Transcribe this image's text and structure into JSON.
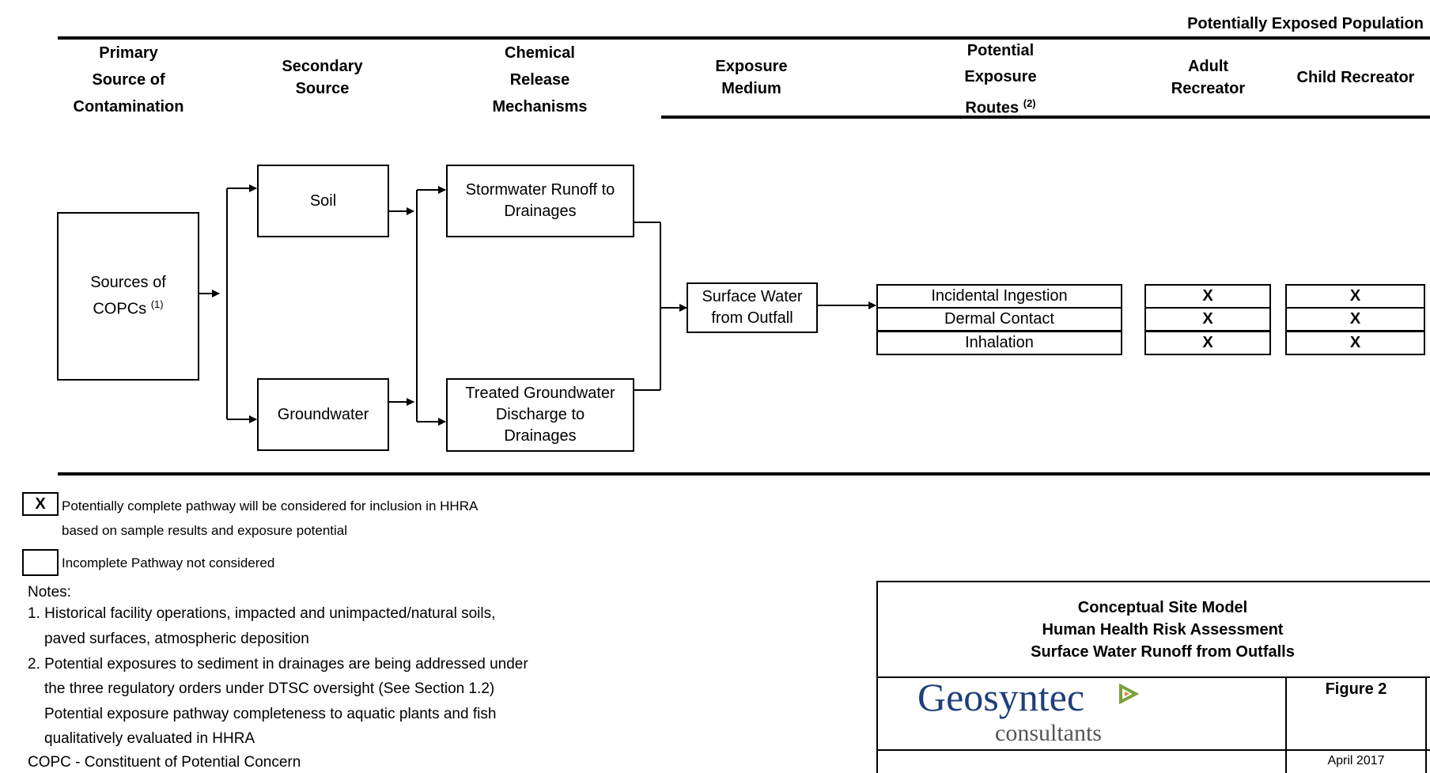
{
  "header": {
    "population_title": "Potentially Exposed Population",
    "primary_source": [
      "Primary",
      "Source of",
      "Contamination"
    ],
    "secondary_source": [
      "Secondary",
      "Source"
    ],
    "release_mechanisms": [
      "Chemical",
      "Release",
      "Mechanisms"
    ],
    "exposure_medium": [
      "Exposure",
      "Medium"
    ],
    "exposure_routes": [
      "Potential",
      "Exposure",
      "Routes"
    ],
    "exposure_routes_note": "(2)",
    "adult_recreator": [
      "Adult",
      "Recreator"
    ],
    "child_recreator": "Child Recreator"
  },
  "boxes": {
    "sources": [
      "Sources of",
      "COPCs"
    ],
    "sources_note": "(1)",
    "soil": "Soil",
    "groundwater": "Groundwater",
    "stormwater": [
      "Stormwater Runoff to",
      "Drainages"
    ],
    "treated_gw": [
      "Treated Groundwater",
      "Discharge to",
      "Drainages"
    ],
    "surface_water": [
      "Surface Water",
      "from Outfall"
    ]
  },
  "routes": [
    "Incidental Ingestion",
    "Dermal Contact",
    "Inhalation"
  ],
  "adult_marks": [
    "X",
    "X",
    "X"
  ],
  "child_marks": [
    "X",
    "X",
    "X"
  ],
  "legend": {
    "complete_mark": "X",
    "complete_text": [
      "Potentially complete pathway will be considered for inclusion in HHRA",
      "based on sample results and exposure potential"
    ],
    "incomplete_text": "Incomplete Pathway not considered"
  },
  "notes": {
    "title": "Notes:",
    "lines": [
      "1. Historical facility operations, impacted and unimpacted/natural soils,",
      "paved surfaces, atmospheric deposition",
      "2. Potential exposures to sediment in drainages are being addressed under",
      "the three regulatory orders under DTSC oversight (See Section 1.2)",
      "Potential exposure pathway completeness to aquatic plants and fish",
      "qualitatively evaluated in HHRA",
      "COPC - Constituent of Potential Concern"
    ]
  },
  "title_block": {
    "lines": [
      "Conceptual Site Model",
      "Human Health Risk Assessment",
      "Surface Water Runoff from Outfalls"
    ],
    "logo_main": "Geosyntec",
    "logo_sub": "consultants",
    "figure": "Figure 2",
    "date": "April 2017"
  },
  "colors": {
    "logo_blue": "#1f3e7c",
    "logo_green": "#7aa23c",
    "logo_orange": "#e8843a",
    "logo_sub": "#555555"
  }
}
